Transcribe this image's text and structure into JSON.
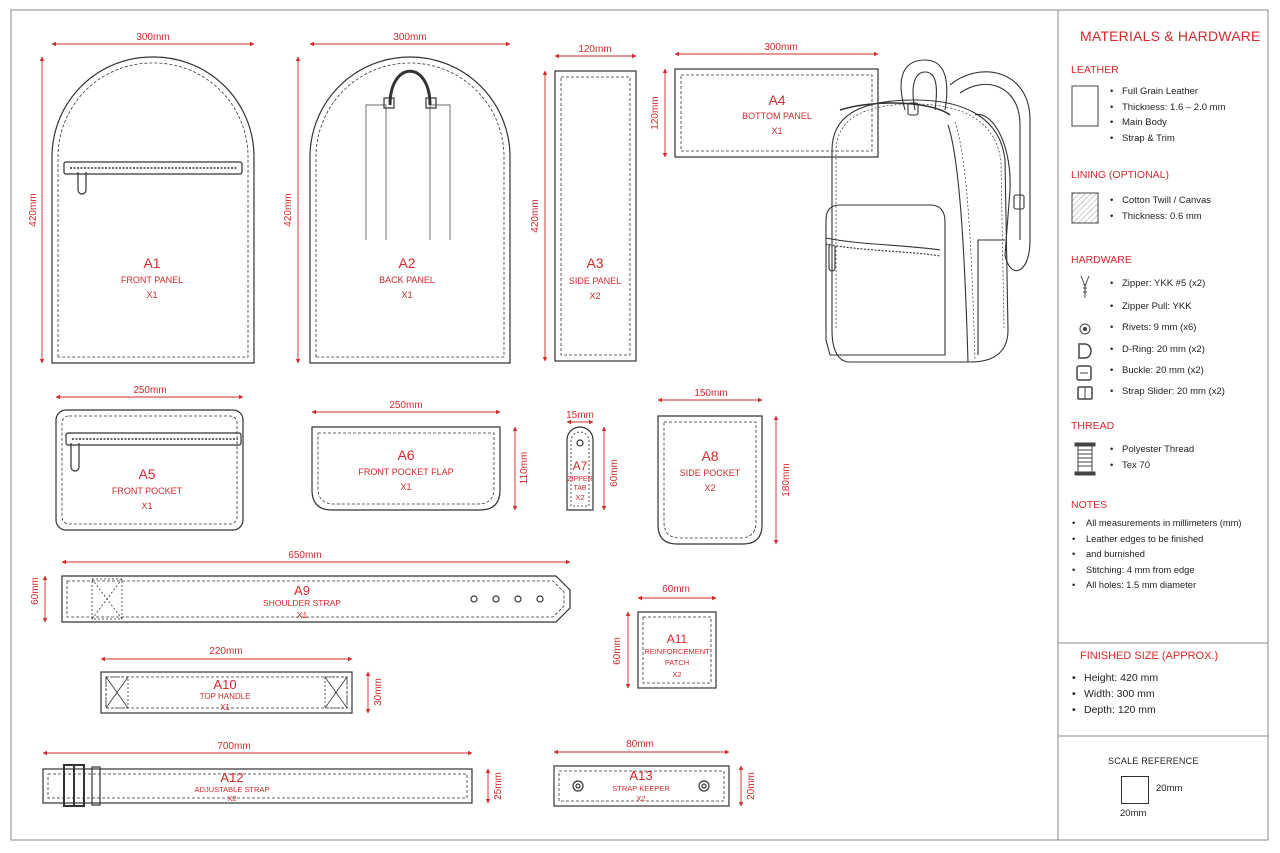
{
  "pieces": {
    "a1": {
      "code": "A1",
      "name": "FRONT PANEL",
      "qty": "X1",
      "w": "300mm",
      "h": "420mm"
    },
    "a2": {
      "code": "A2",
      "name": "BACK PANEL",
      "qty": "X1",
      "w": "300mm",
      "h": "420mm"
    },
    "a3": {
      "code": "A3",
      "name": "SIDE PANEL",
      "qty": "X2",
      "w": "120mm",
      "h": "420mm"
    },
    "a4": {
      "code": "A4",
      "name": "BOTTOM PANEL",
      "qty": "X1",
      "w": "300mm",
      "h": "120mm"
    },
    "a5": {
      "code": "A5",
      "name": "FRONT POCKET",
      "qty": "X1",
      "w": "250mm"
    },
    "a6": {
      "code": "A6",
      "name": "FRONT POCKET FLAP",
      "qty": "X1",
      "w": "250mm",
      "h": "110mm"
    },
    "a7": {
      "code": "A7",
      "name1": "ZIPPER",
      "name2": "TAB",
      "qty": "X2",
      "w": "15mm",
      "h": "60mm"
    },
    "a8": {
      "code": "A8",
      "name": "SIDE POCKET",
      "qty": "X2",
      "w": "150mm",
      "h": "180mm"
    },
    "a9": {
      "code": "A9",
      "name": "SHOULDER STRAP",
      "qty": "X1",
      "w": "650mm",
      "h": "60mm"
    },
    "a10": {
      "code": "A10",
      "name": "TOP HANDLE",
      "qty": "X1",
      "w": "220mm",
      "h": "30mm"
    },
    "a11": {
      "code": "A11",
      "name1": "REINFORCEMENT",
      "name2": "PATCH",
      "qty": "X2",
      "w": "60mm",
      "h": "60mm"
    },
    "a12": {
      "code": "A12",
      "name": "ADJUSTABLE STRAP",
      "qty": "X2",
      "w": "700mm",
      "h": "25mm"
    },
    "a13": {
      "code": "A13",
      "name": "STRAP KEEPER",
      "qty": "X2",
      "w": "80mm",
      "h": "20mm"
    }
  },
  "sidebar": {
    "title": "MATERIALS & HARDWARE",
    "leather": {
      "heading": "LEATHER",
      "items": [
        "Full Grain Leather",
        "Thickness: 1.6 – 2.0 mm",
        "Main Body",
        "Strap & Trim"
      ]
    },
    "lining": {
      "heading": "LINING (OPTIONAL)",
      "items": [
        "Cotton Twill / Canvas",
        "Thickness: 0.6 mm"
      ]
    },
    "hardware": {
      "heading": "HARDWARE",
      "items": [
        "Zipper: YKK #5 (x2)",
        "Zipper Pull: YKK",
        "Rivets: 9 mm (x6)",
        "D-Ring: 20 mm (x2)",
        "Buckle: 20 mm (x2)",
        "Strap Slider: 20 mm (x2)"
      ]
    },
    "thread": {
      "heading": "THREAD",
      "items": [
        "Polyester Thread",
        "Tex 70"
      ]
    },
    "notes": {
      "heading": "NOTES",
      "items": [
        "All measurements in millimeters (mm)",
        "Leather edges to be finished",
        "and burnished",
        "Stitching: 4 mm from edge",
        "All holes: 1.5 mm diameter"
      ]
    },
    "finished": {
      "heading": "FINISHED SIZE (APPROX.)",
      "items": [
        "Height: 420 mm",
        "Width: 300 mm",
        "Depth: 120 mm"
      ]
    },
    "scale": {
      "heading": "SCALE REFERENCE",
      "right": "20mm",
      "bottom": "20mm"
    }
  },
  "colors": {
    "accent": "#d42a2a",
    "line": "#333333"
  }
}
